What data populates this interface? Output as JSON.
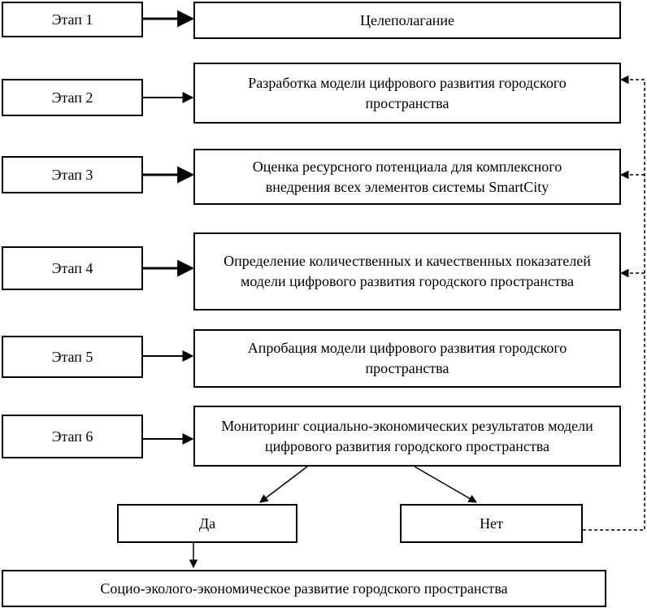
{
  "stages": [
    {
      "label": "Этап 1",
      "text": "Целеполагание"
    },
    {
      "label": "Этап 2",
      "text": "Разработка модели цифрового развития городского пространства"
    },
    {
      "label": "Этап 3",
      "text": "Оценка ресурсного потенциала для комплексного внедрения всех элементов системы SmartCity"
    },
    {
      "label": "Этап 4",
      "text": "Определение количественных и качественных показателей модели цифрового развития городского пространства"
    },
    {
      "label": "Этап 5",
      "text": "Апробация модели цифрового развития городского пространства"
    },
    {
      "label": "Этап 6",
      "text": "Мониторинг социально-экономических результатов модели цифрового развития городского пространства"
    }
  ],
  "decision": {
    "yes": "Да",
    "no": "Нет"
  },
  "result": "Социо-эколого-экономическое развитие городского пространства",
  "colors": {
    "stroke": "#000000",
    "background": "#ffffff"
  }
}
